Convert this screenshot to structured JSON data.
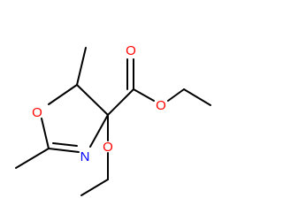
{
  "structure": {
    "colors": {
      "bond": "#000000",
      "oxygen": "#ff0000",
      "nitrogen": "#0000ff"
    },
    "atom_labels": {
      "ring_oxygen": "O",
      "ring_nitrogen": "N",
      "carbonyl_oxygen": "O",
      "ester_oxygen": "O",
      "ethoxy_oxygen": "O"
    }
  }
}
